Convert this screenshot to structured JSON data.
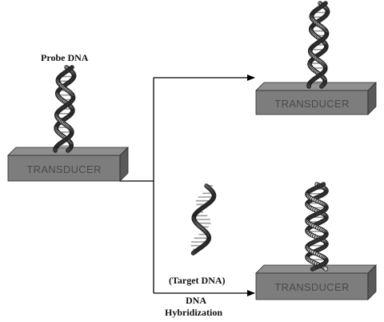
{
  "labels": {
    "probe": "Probe DNA",
    "target": "(Target DNA)",
    "hybridization_line1": "DNA",
    "hybridization_line2": "Hybridization"
  },
  "transducers": {
    "main": "TRANSDUCER",
    "top_result": "TRANSDUCER",
    "bottom_result": "TRANSDUCER"
  },
  "colors": {
    "slab_top": "#8f8f8f",
    "slab_front": "#7d7d7d",
    "slab_side": "#5a5a5a",
    "strand_light": "#c9c9c9",
    "strand_dark": "#3a3a3a",
    "base_pair": "#9a9a9a",
    "arrow": "#000000"
  }
}
